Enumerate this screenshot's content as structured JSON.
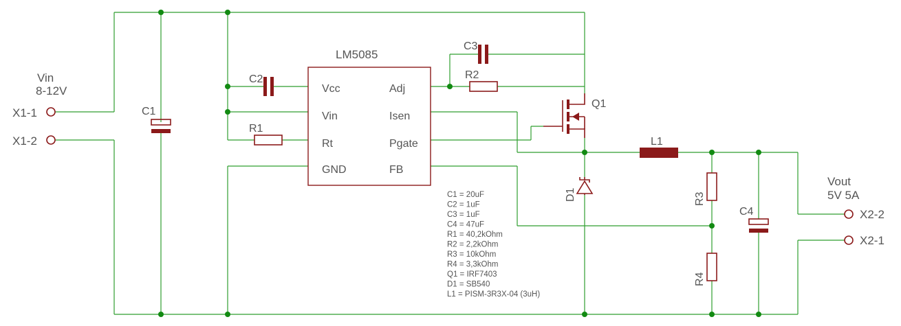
{
  "input": {
    "name": "Vin",
    "range": "8-12V",
    "pin1": "X1-1",
    "pin2": "X1-2"
  },
  "output": {
    "name": "Vout",
    "rating": "5V 5A",
    "pin1": "X2-2",
    "pin2": "X2-1"
  },
  "ic": {
    "name": "LM5085",
    "pins_left": [
      "Vcc",
      "Vin",
      "Rt",
      "GND"
    ],
    "pins_right": [
      "Adj",
      "Isen",
      "Pgate",
      "FB"
    ]
  },
  "refs": {
    "c1": "C1",
    "c2": "C2",
    "c3": "C3",
    "c4": "C4",
    "r1": "R1",
    "r2": "R2",
    "r3": "R3",
    "r4": "R4",
    "q1": "Q1",
    "d1": "D1",
    "l1": "L1"
  },
  "bom": [
    "C1 = 20uF",
    "C2 = 1uF",
    "C3 = 1uF",
    "C4 = 47uF",
    "R1 = 40,2kOhm",
    "R2 = 2,2kOhm",
    "R3 = 10kOhm",
    "R4 = 3,3kOhm",
    "Q1 = IRF7403",
    "D1 = SB540",
    "L1 = PISM-3R3X-04 (3uH)"
  ],
  "colors": {
    "wire": "#2e9e2e",
    "part": "#8b1a1a",
    "junction": "#128a12",
    "text": "#555555"
  }
}
